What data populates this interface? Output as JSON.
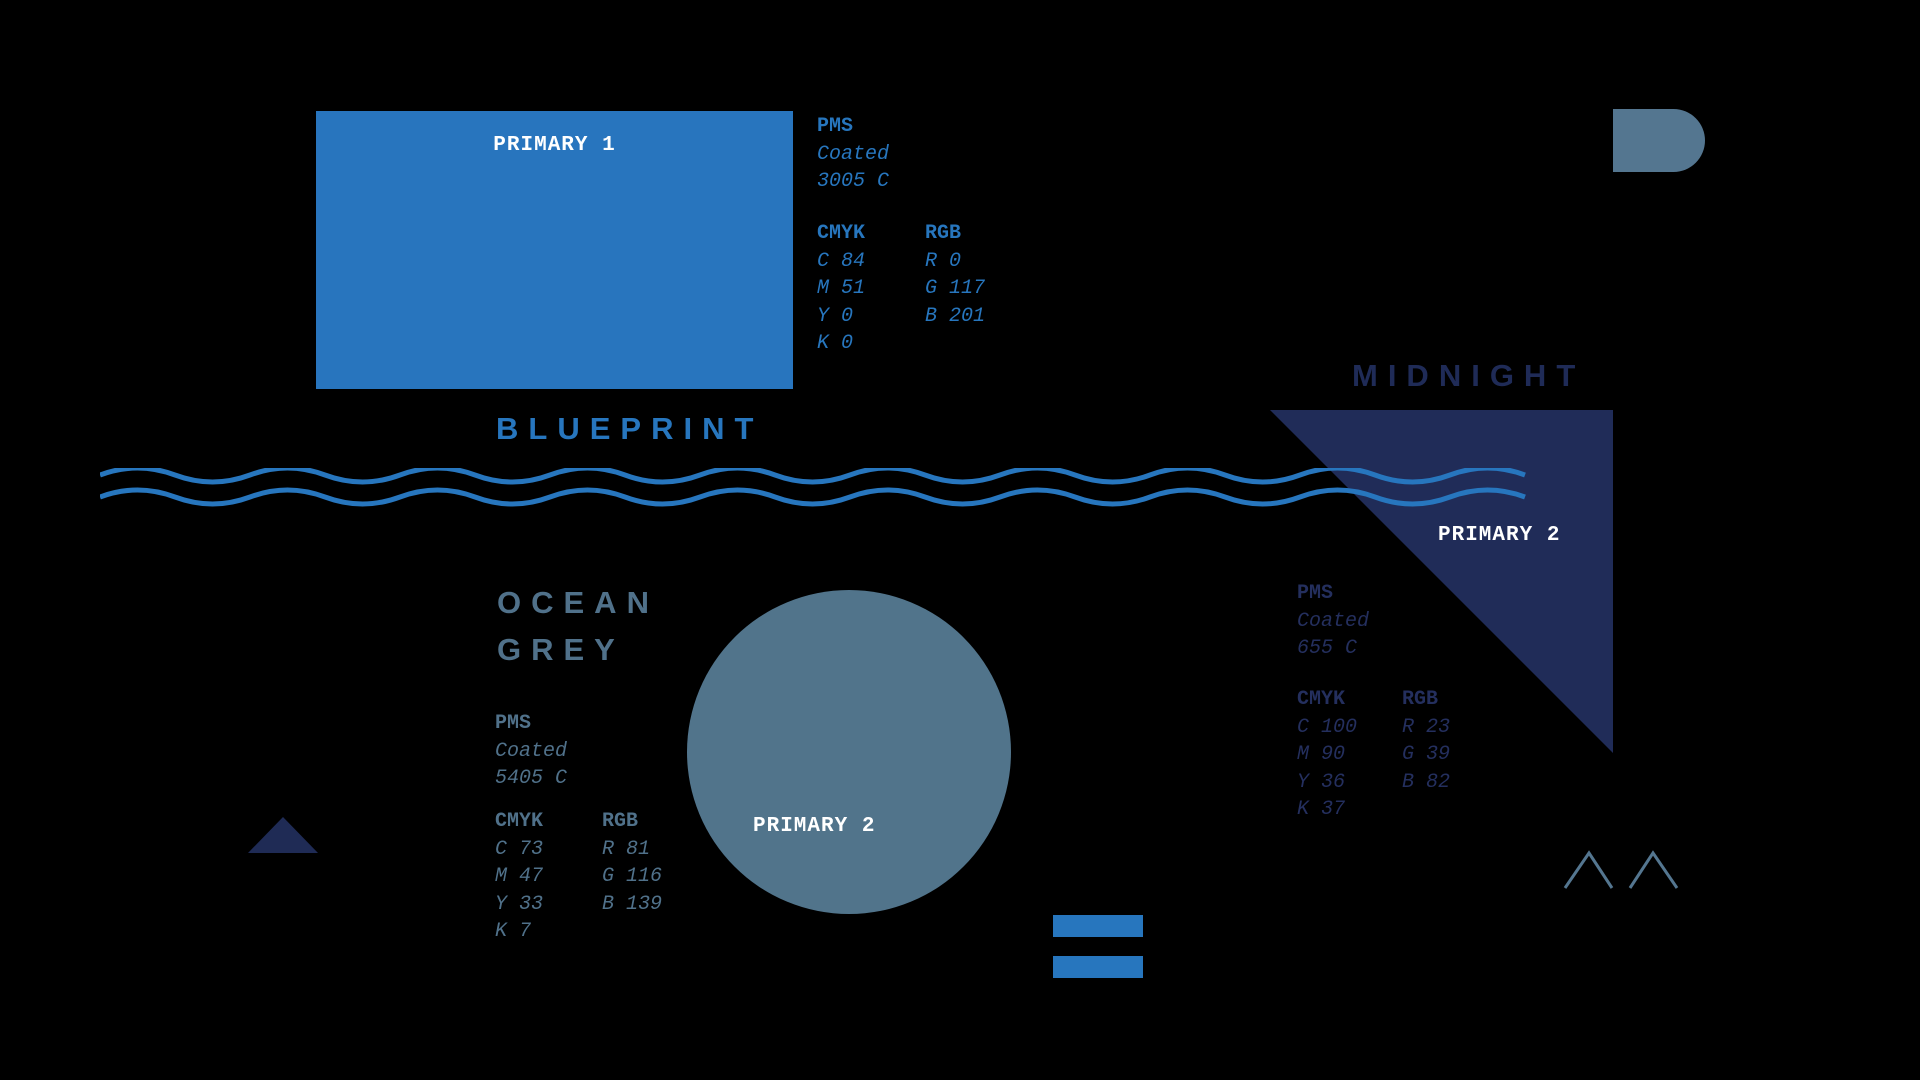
{
  "background_color": "#000000",
  "swatches": {
    "blueprint": {
      "title": "BLUEPRINT",
      "swatch_label": "PRIMARY 1",
      "hex_displayed": "#2875BE",
      "pms": {
        "header": "PMS",
        "type": "Coated",
        "code": "3005 C"
      },
      "cmyk": {
        "header": "CMYK",
        "c": "C 84",
        "m": "M 51",
        "y": "Y 0",
        "k": "K 0"
      },
      "rgb": {
        "header": "RGB",
        "r": "R 0",
        "g": "G 117",
        "b": "B 201"
      }
    },
    "midnight": {
      "title": "MIDNIGHT",
      "swatch_label": "PRIMARY 2",
      "hex_displayed": "#202C58",
      "pms": {
        "header": "PMS",
        "type": "Coated",
        "code": "655 C"
      },
      "cmyk": {
        "header": "CMYK",
        "c": "C 100",
        "m": "M 90",
        "y": "Y 36",
        "k": "K 37"
      },
      "rgb": {
        "header": "RGB",
        "r": "R 23",
        "g": "G 39",
        "b": "B 82"
      }
    },
    "ocean_grey": {
      "title_line1": "OCEAN",
      "title_line2": "GREY",
      "swatch_label": "PRIMARY 2",
      "hex_displayed": "#51748B",
      "pms": {
        "header": "PMS",
        "type": "Coated",
        "code": "5405 C"
      },
      "cmyk": {
        "header": "CMYK",
        "c": "C 73",
        "m": "M 47",
        "y": "Y 33",
        "k": "K 7"
      },
      "rgb": {
        "header": "RGB",
        "r": "R 81",
        "g": "G 116",
        "b": "B 139"
      }
    }
  },
  "decorations": {
    "wave_lines": {
      "icon": "wave-lines",
      "color": "#2776BE",
      "count": 2
    },
    "rounded_d_shape": {
      "icon": "rounded-d-shape",
      "color": "#547690"
    },
    "triangle_marker": {
      "icon": "triangle-up-marker",
      "color": "#1F2B55"
    },
    "equals_sign": {
      "icon": "equals-sign",
      "color": "#2776BE"
    },
    "double_chevron": {
      "icon": "double-chevron-up",
      "color": "#547690"
    }
  }
}
